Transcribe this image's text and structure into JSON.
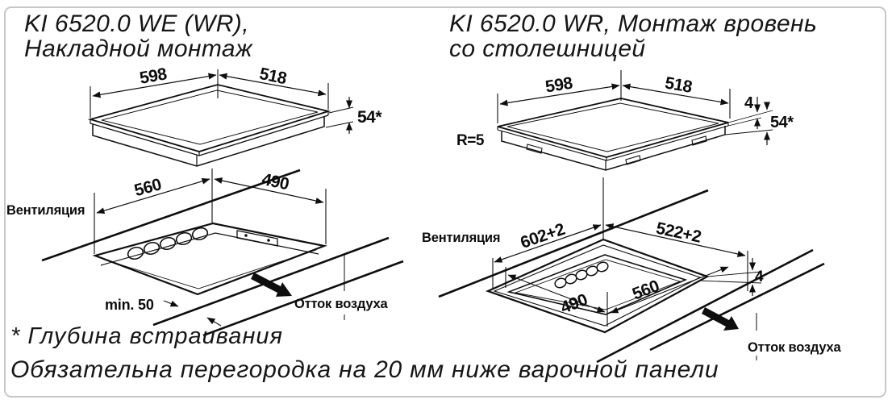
{
  "left_panel": {
    "title_line1": "KI 6520.0 WE (WR),",
    "title_line2": "Накладной монтаж",
    "top_diagram": {
      "width_dim": "598",
      "depth_dim": "518",
      "height_dim": "54*"
    },
    "bottom_diagram": {
      "ventilation_label": "Вентиляция",
      "cutout_width_dim": "560",
      "cutout_depth_dim": "490",
      "min_clearance_dim": "min. 50",
      "air_outflow_label": "Отток воздуха"
    }
  },
  "right_panel": {
    "title_line1": "KI 6520.0 WR, Монтаж вровень",
    "title_line2": "со столешницей",
    "top_diagram": {
      "width_dim": "598",
      "depth_dim": "518",
      "lip_dim": "4",
      "height_dim": "54*",
      "corner_radius_dim": "R=5"
    },
    "bottom_diagram": {
      "ventilation_label": "Вентиляция",
      "cutout_width_dim": "602+2",
      "cutout_depth_dim": "522+2",
      "rebate_depth_dim": "4",
      "inner_depth_dim": "490",
      "inner_width_dim": "560",
      "air_outflow_label": "Отток воздуха"
    }
  },
  "footnotes": {
    "depth_note": "* Глубина встраивания",
    "partition_note": "Обязательна перегородка на 20 мм ниже варочной панели"
  }
}
